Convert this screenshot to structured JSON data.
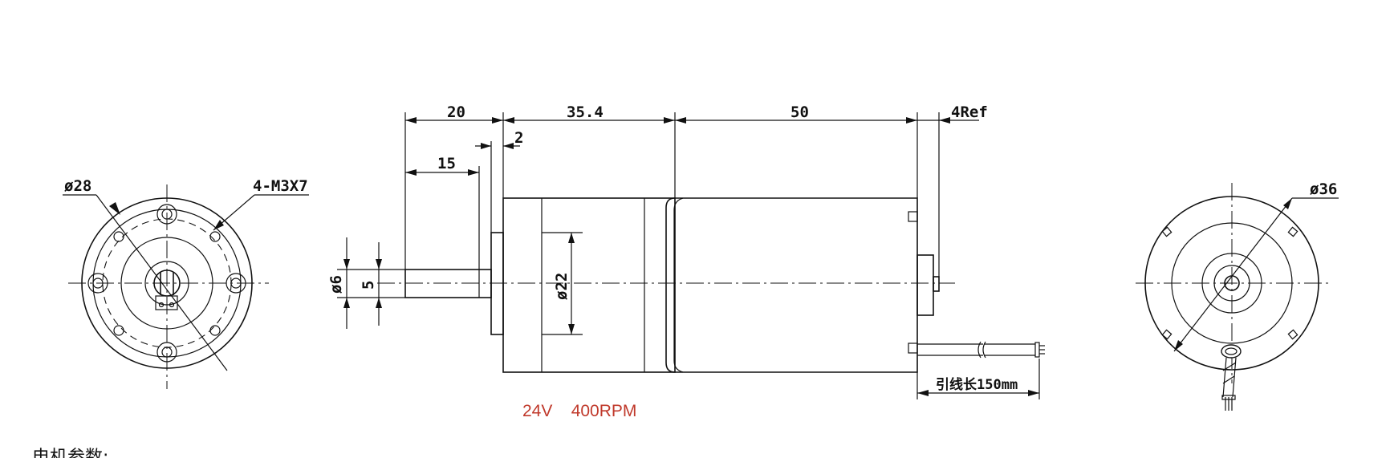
{
  "front_view": {
    "diameter_label": "ø28",
    "holes_label": "4-M3X7"
  },
  "side_view": {
    "dims": {
      "shaft_length": "20",
      "gearbox_length": "35.4",
      "motor_length": "50",
      "rear_ref": "4Ref",
      "flange_step": "2",
      "shaft_flat": "15",
      "shaft_diameter": "ø6",
      "flat_size": "5",
      "pilot_diameter": "ø22",
      "lead_length": "引线长150mm"
    },
    "spec_note": "24V    400RPM"
  },
  "rear_view": {
    "diameter_label": "ø36"
  },
  "footer": {
    "heading": "电机参数:"
  }
}
